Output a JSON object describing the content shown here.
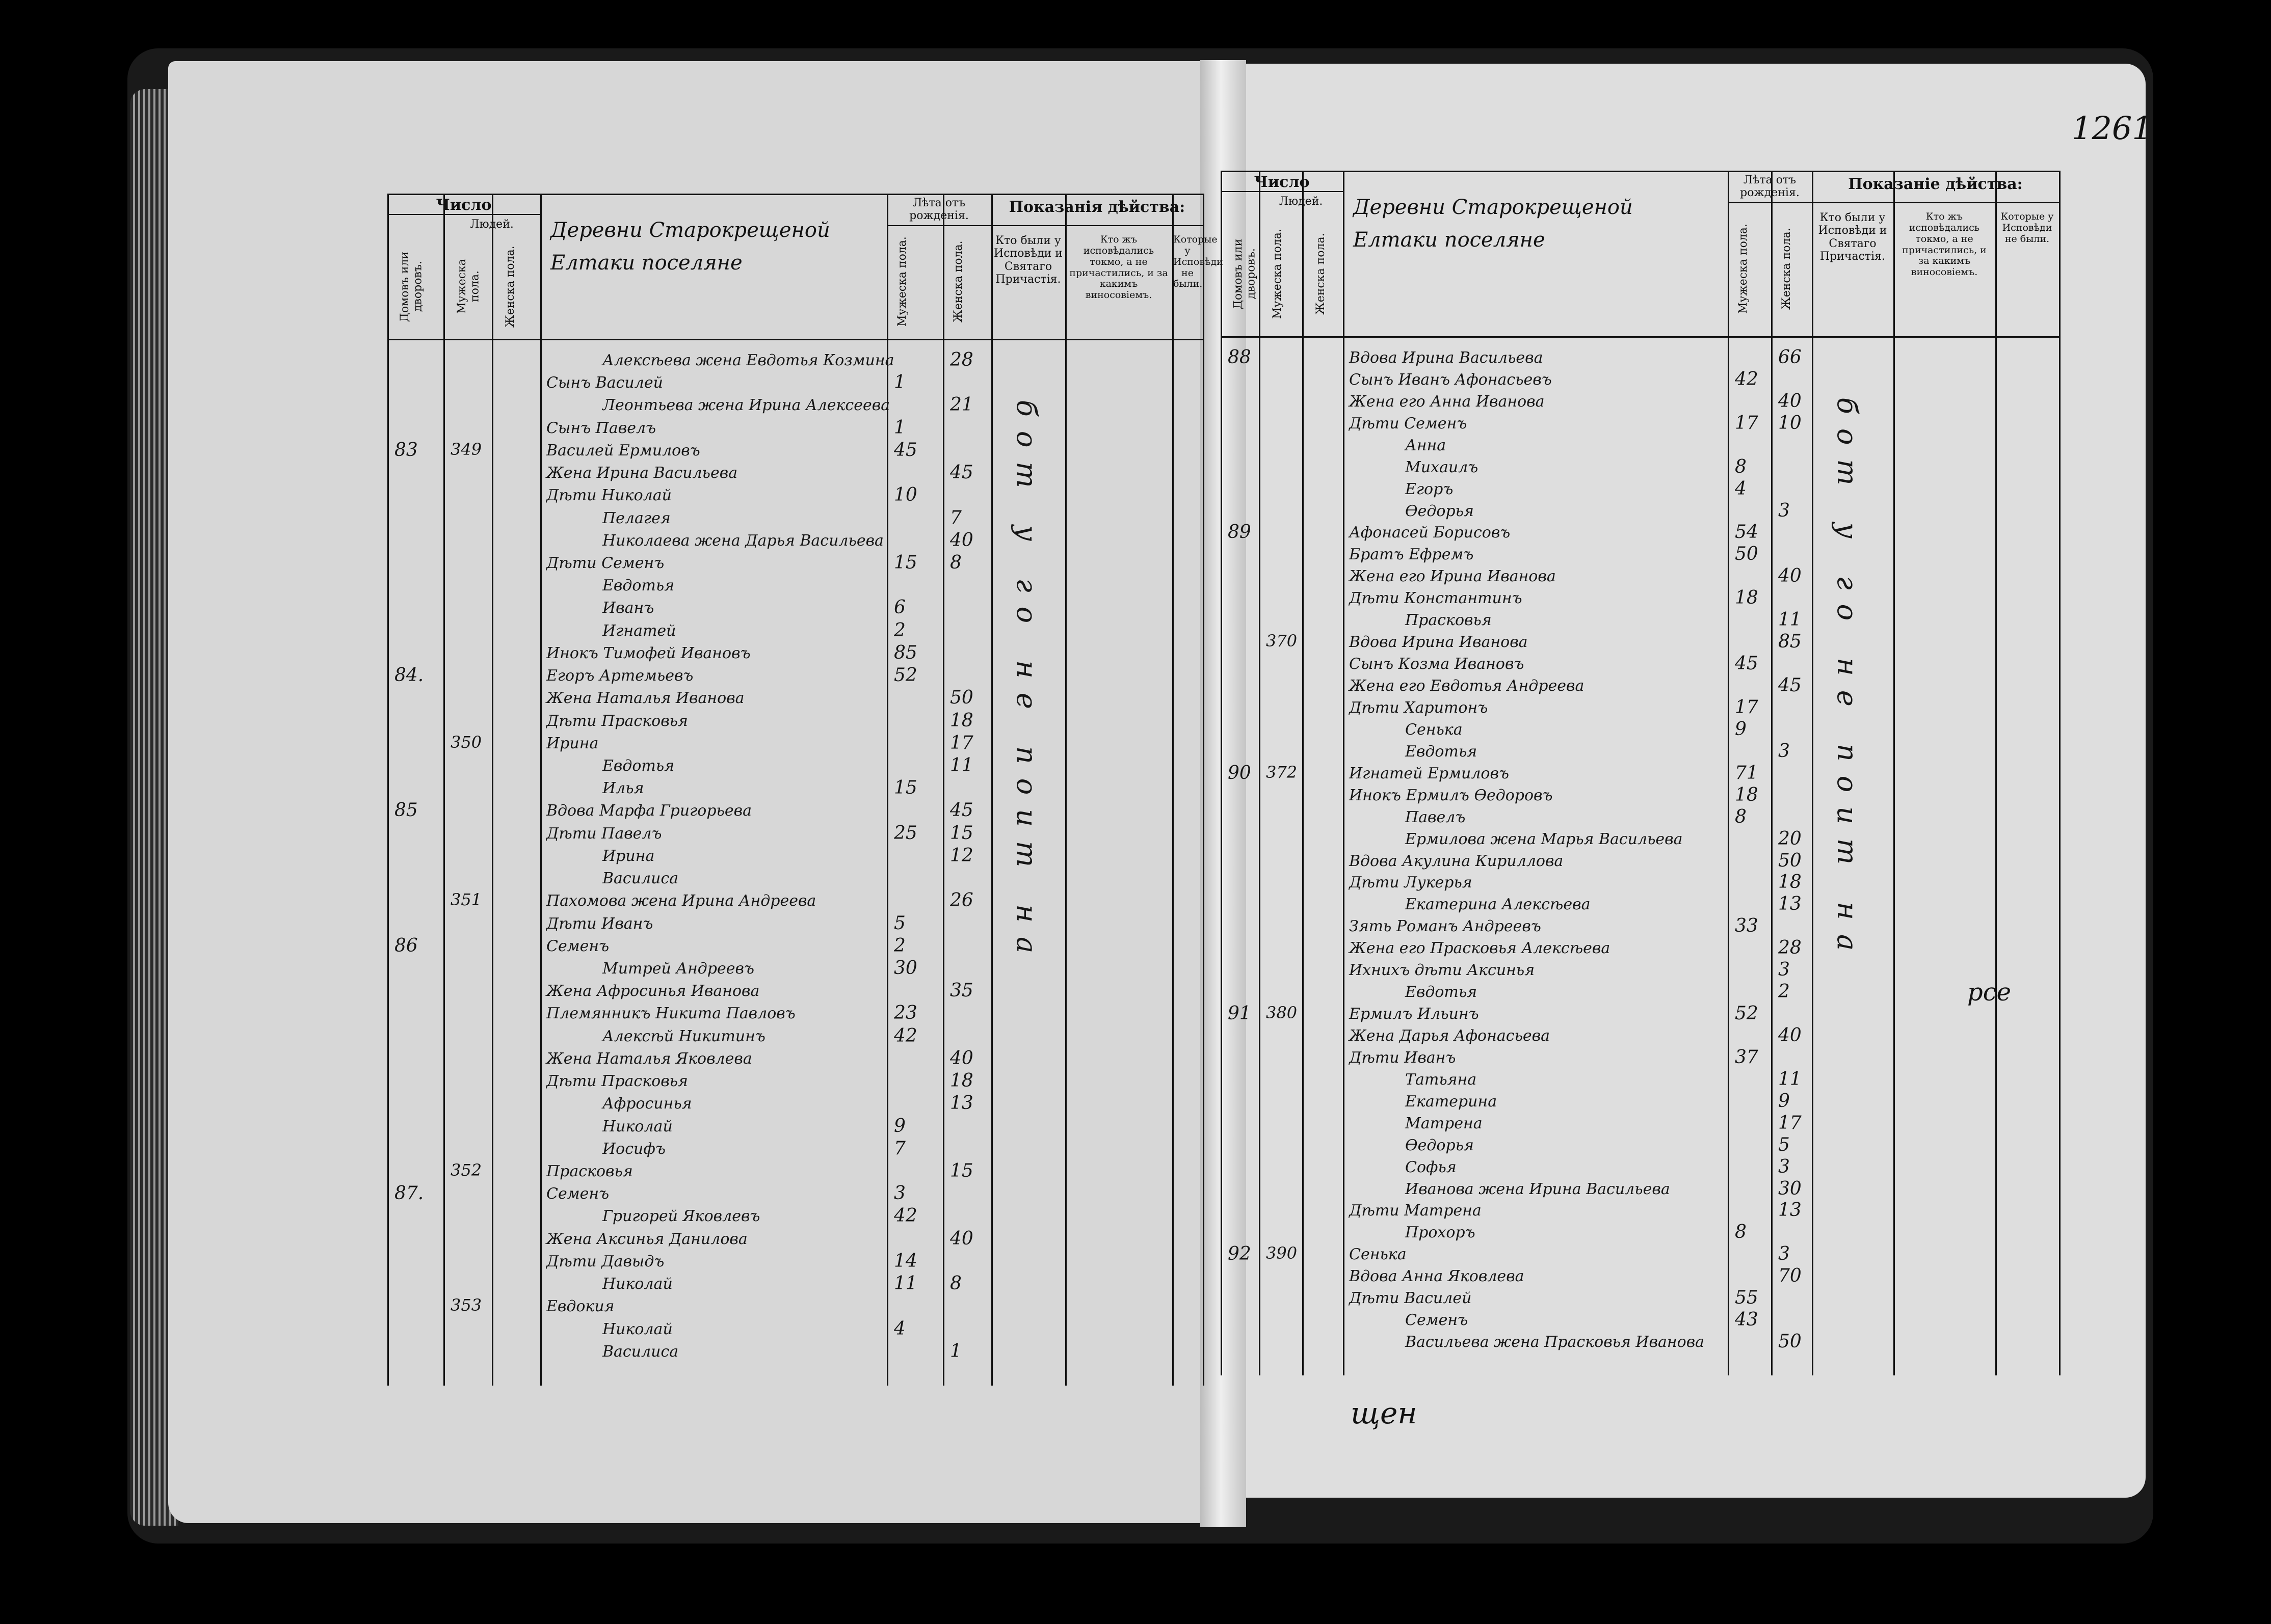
{
  "page_number": "1261",
  "bottom_mark": "щен",
  "header": {
    "chislo": "Число",
    "lyudey": "Людей.",
    "domov": "Домовъ или дворовъ.",
    "muzh": "Мужеска пола.",
    "zhen": "Женска пола.",
    "leta": "Лѣта отъ рожденія.",
    "pokazaniya_left": "Показанія дѣйства:",
    "pokazanie_right": "Показаніе дѣйства:",
    "kto_byli": "Кто были у Исповѣди и Святаго Причастія.",
    "kto_zh": "Кто жъ исповѣдались токмо, а не причастились, и за какимъ виносовіемъ.",
    "kotorye": "Которые у Исповѣди не были."
  },
  "left": {
    "title": "Деревни Старокрещеной Елтаки поселяне",
    "side_note": "бот у го не поит на",
    "rows": [
      {
        "text": "Алексѣева жена Евдотья Козмина",
        "f": "28"
      },
      {
        "text": "Сынъ Василей",
        "m": "1"
      },
      {
        "text": "Леонтьева жена Ирина Алексеева",
        "f": "21"
      },
      {
        "text": "Сынъ Павелъ",
        "m": "1"
      },
      {
        "d": "83",
        "num": "349",
        "text": "Василей Ермиловъ",
        "m": "45"
      },
      {
        "text": "Жена Ирина Васильева",
        "f": "45"
      },
      {
        "text": "Дѣти Николай",
        "m": "10"
      },
      {
        "text": "Пелагея",
        "f": "7"
      },
      {
        "text": "Николаева жена Дарья Васильева",
        "f": "40"
      },
      {
        "text": "Дѣти Семенъ",
        "m": "15",
        "f": "8"
      },
      {
        "text": "Евдотья"
      },
      {
        "text": "Иванъ",
        "m": "6"
      },
      {
        "text": "Игнатей",
        "m": "2"
      },
      {
        "text": "Инокъ Тимофей Ивановъ",
        "m": "85"
      },
      {
        "d": "84.",
        "text": "Егоръ Артемьевъ",
        "m": "52"
      },
      {
        "text": "Жена Наталья Иванова",
        "f": "50"
      },
      {
        "text": "Дѣти Прасковья",
        "f": "18"
      },
      {
        "num": "350",
        "text": "Ирина",
        "f": "17"
      },
      {
        "text": "Евдотья",
        "f": "11"
      },
      {
        "text": "Илья",
        "m": "15"
      },
      {
        "d": "85",
        "text": "Вдова Марфа Григорьева",
        "f": "45"
      },
      {
        "text": "Дѣти Павелъ",
        "m": "25",
        "f": "15"
      },
      {
        "text": "Ирина",
        "f": "12"
      },
      {
        "text": "Василиса"
      },
      {
        "num": "351",
        "text": "Пахомова жена Ирина Андреева",
        "f": "26"
      },
      {
        "text": "Дѣти Иванъ",
        "m": "5"
      },
      {
        "d": "86",
        "text": "Семенъ",
        "m": "2"
      },
      {
        "text": "Митрей Андреевъ",
        "m": "30"
      },
      {
        "text": "Жена Афросинья Иванова",
        "f": "35"
      },
      {
        "text": "Племянникъ Никита Павловъ",
        "m": "23"
      },
      {
        "text": "Алексѣй Никитинъ",
        "m": "42"
      },
      {
        "text": "Жена Наталья Яковлева",
        "f": "40"
      },
      {
        "text": "Дѣти Прасковья",
        "f": "18"
      },
      {
        "text": "Афросинья",
        "f": "13"
      },
      {
        "text": "Николай",
        "m": "9"
      },
      {
        "text": "Иосифъ",
        "m": "7"
      },
      {
        "num": "352",
        "text": "Прасковья",
        "f": "15"
      },
      {
        "d": "87.",
        "text": "Семенъ",
        "m": "3"
      },
      {
        "text": "Григорей Яковлевъ",
        "m": "42"
      },
      {
        "text": "Жена Аксинья Данилова",
        "f": "40"
      },
      {
        "text": "Дѣти Давыдъ",
        "m": "14"
      },
      {
        "text": "Николай",
        "m": "11",
        "f": "8"
      },
      {
        "num": "353",
        "text": "Евдокия"
      },
      {
        "text": "Николай",
        "m": "4"
      },
      {
        "text": "Василиса",
        "f": "1"
      }
    ]
  },
  "right": {
    "title": "Деревни Старокрещеной Елтаки поселяне",
    "side_note": "бот у го не поит на",
    "margin_note": "рсе",
    "rows": [
      {
        "d": "88",
        "text": "Вдова Ирина Васильева",
        "f": "66"
      },
      {
        "text": "Сынъ Иванъ Афонасьевъ",
        "m": "42"
      },
      {
        "text": "Жена его Анна Иванова",
        "f": "40"
      },
      {
        "text": "Дѣти Семенъ",
        "m": "17",
        "f": "10"
      },
      {
        "text": "Анна"
      },
      {
        "text": "Михаилъ",
        "m": "8"
      },
      {
        "text": "Егоръ",
        "m": "4"
      },
      {
        "text": "Өедорья",
        "f": "3"
      },
      {
        "d": "89",
        "text": "Афонасей Борисовъ",
        "m": "54"
      },
      {
        "text": "Братъ Ефремъ",
        "m": "50"
      },
      {
        "text": "Жена его Ирина Иванова",
        "f": "40"
      },
      {
        "text": "Дѣти Константинъ",
        "m": "18"
      },
      {
        "text": "Прасковья",
        "f": "11"
      },
      {
        "num": "370",
        "text": "Вдова Ирина Иванова",
        "f": "85"
      },
      {
        "text": "Сынъ Козма Ивановъ",
        "m": "45"
      },
      {
        "text": "Жена его Евдотья Андреева",
        "f": "45"
      },
      {
        "text": "Дѣти Харитонъ",
        "m": "17"
      },
      {
        "text": "Сенька",
        "m": "9"
      },
      {
        "text": "Евдотья",
        "f": "3"
      },
      {
        "d": "90",
        "num": "372",
        "text": "Игнатей Ермиловъ",
        "m": "71"
      },
      {
        "text": "Инокъ Ермилъ Өедоровъ",
        "m": "18"
      },
      {
        "text": "Павелъ",
        "m": "8"
      },
      {
        "text": "Ермилова жена Марья Васильева",
        "f": "20"
      },
      {
        "text": "Вдова Акулина Кириллова",
        "f": "50"
      },
      {
        "text": "Дѣти Лукерья",
        "f": "18"
      },
      {
        "text": "Екатерина Алексѣева",
        "f": "13"
      },
      {
        "text": "Зять Романъ Андреевъ",
        "m": "33"
      },
      {
        "text": "Жена его Прасковья Алексѣева",
        "f": "28"
      },
      {
        "text": "Ихнихъ дѣти Аксинья",
        "f": "3"
      },
      {
        "text": "Евдотья",
        "f": "2"
      },
      {
        "d": "91",
        "num": "380",
        "text": "Ермилъ Ильинъ",
        "m": "52"
      },
      {
        "text": "Жена Дарья Афонасьева",
        "f": "40"
      },
      {
        "text": "Дѣти Иванъ",
        "m": "37"
      },
      {
        "text": "Татьяна",
        "f": "11"
      },
      {
        "text": "Екатерина",
        "f": "9"
      },
      {
        "text": "Матрена",
        "f": "17"
      },
      {
        "text": "Өедорья",
        "f": "5"
      },
      {
        "text": "Софья",
        "f": "3"
      },
      {
        "text": "Иванова жена Ирина Васильева",
        "f": "30"
      },
      {
        "text": "Дѣти Матрена",
        "f": "13"
      },
      {
        "text": "Прохоръ",
        "m": "8"
      },
      {
        "d": "92",
        "num": "390",
        "text": "Сенька",
        "f": "3"
      },
      {
        "text": "Вдова Анна Яковлева",
        "f": "70"
      },
      {
        "text": "Дѣти Василей",
        "m": "55"
      },
      {
        "text": "Семенъ",
        "m": "43"
      },
      {
        "text": "Васильева жена Прасковья Иванова",
        "f": "50"
      }
    ]
  }
}
